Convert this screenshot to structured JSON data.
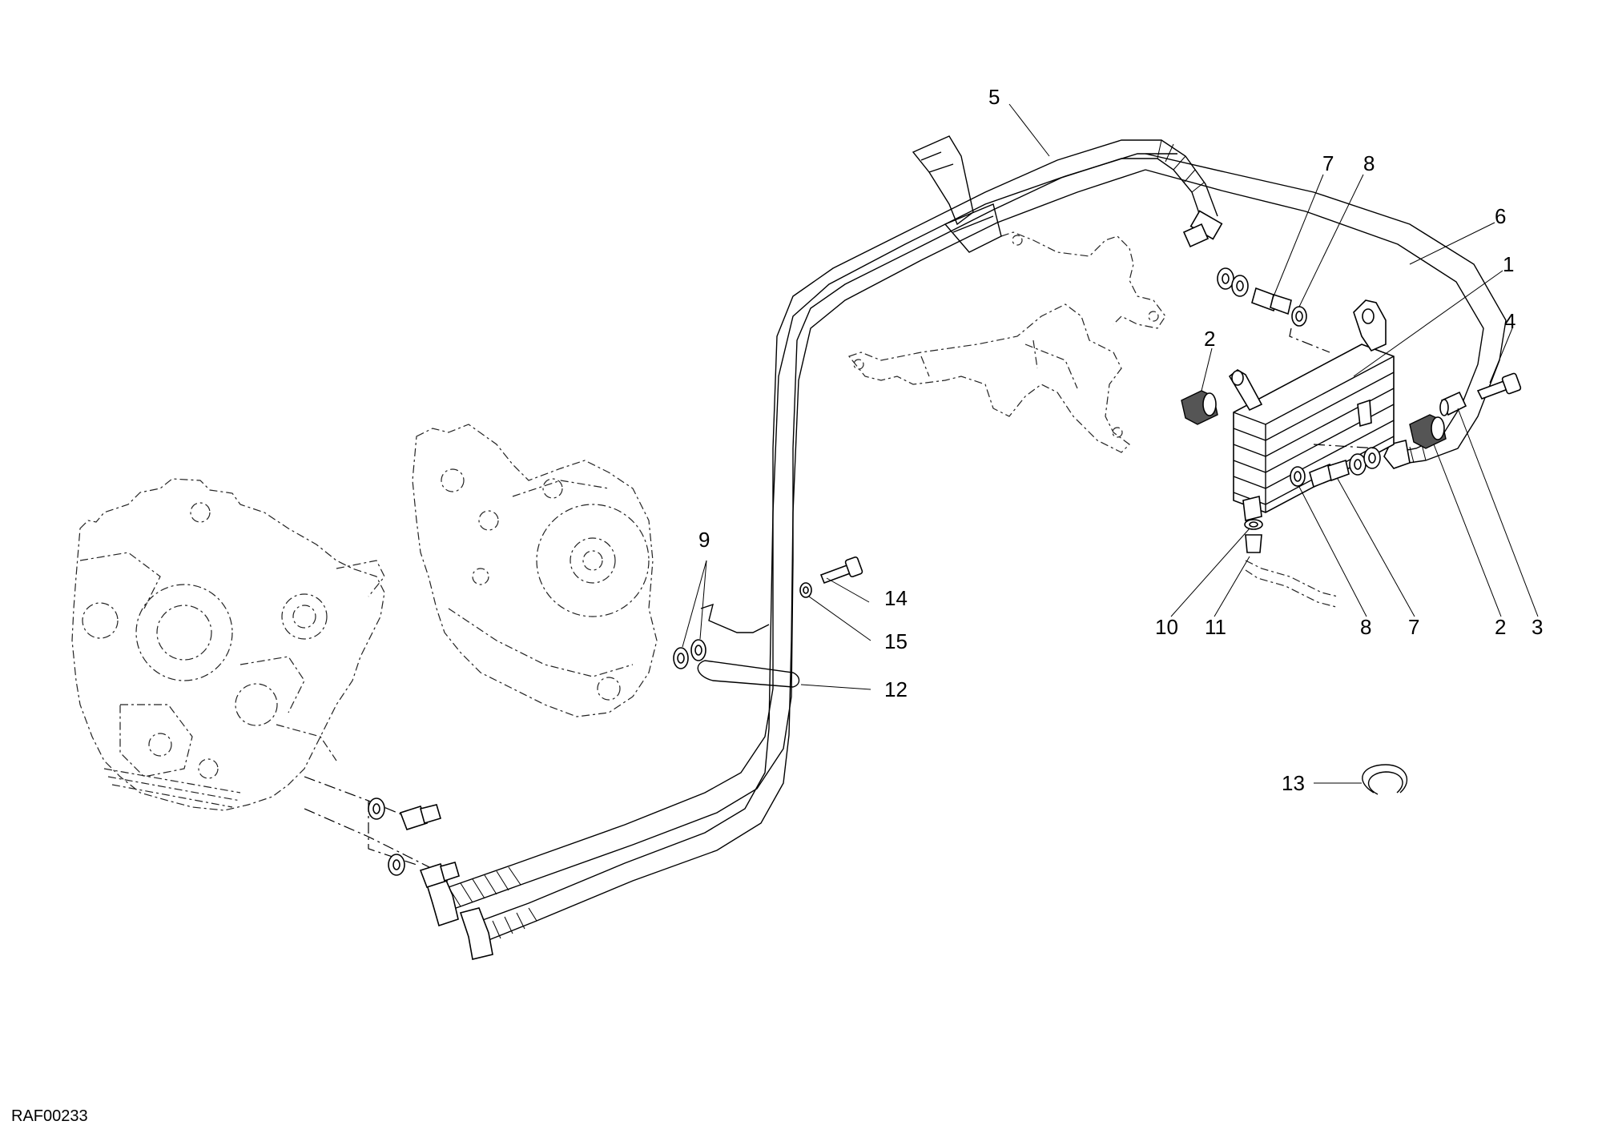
{
  "diagram": {
    "code": "RAF00233",
    "callouts": [
      {
        "id": "c1",
        "label": "1"
      },
      {
        "id": "c2a",
        "label": "2"
      },
      {
        "id": "c2b",
        "label": "2"
      },
      {
        "id": "c3",
        "label": "3"
      },
      {
        "id": "c4",
        "label": "4"
      },
      {
        "id": "c5",
        "label": "5"
      },
      {
        "id": "c6",
        "label": "6"
      },
      {
        "id": "c7a",
        "label": "7"
      },
      {
        "id": "c7b",
        "label": "7"
      },
      {
        "id": "c8a",
        "label": "8"
      },
      {
        "id": "c8b",
        "label": "8"
      },
      {
        "id": "c9",
        "label": "9"
      },
      {
        "id": "c10",
        "label": "10"
      },
      {
        "id": "c11",
        "label": "11"
      },
      {
        "id": "c12",
        "label": "12"
      },
      {
        "id": "c13",
        "label": "13"
      },
      {
        "id": "c14",
        "label": "14"
      },
      {
        "id": "c15",
        "label": "15"
      }
    ]
  }
}
